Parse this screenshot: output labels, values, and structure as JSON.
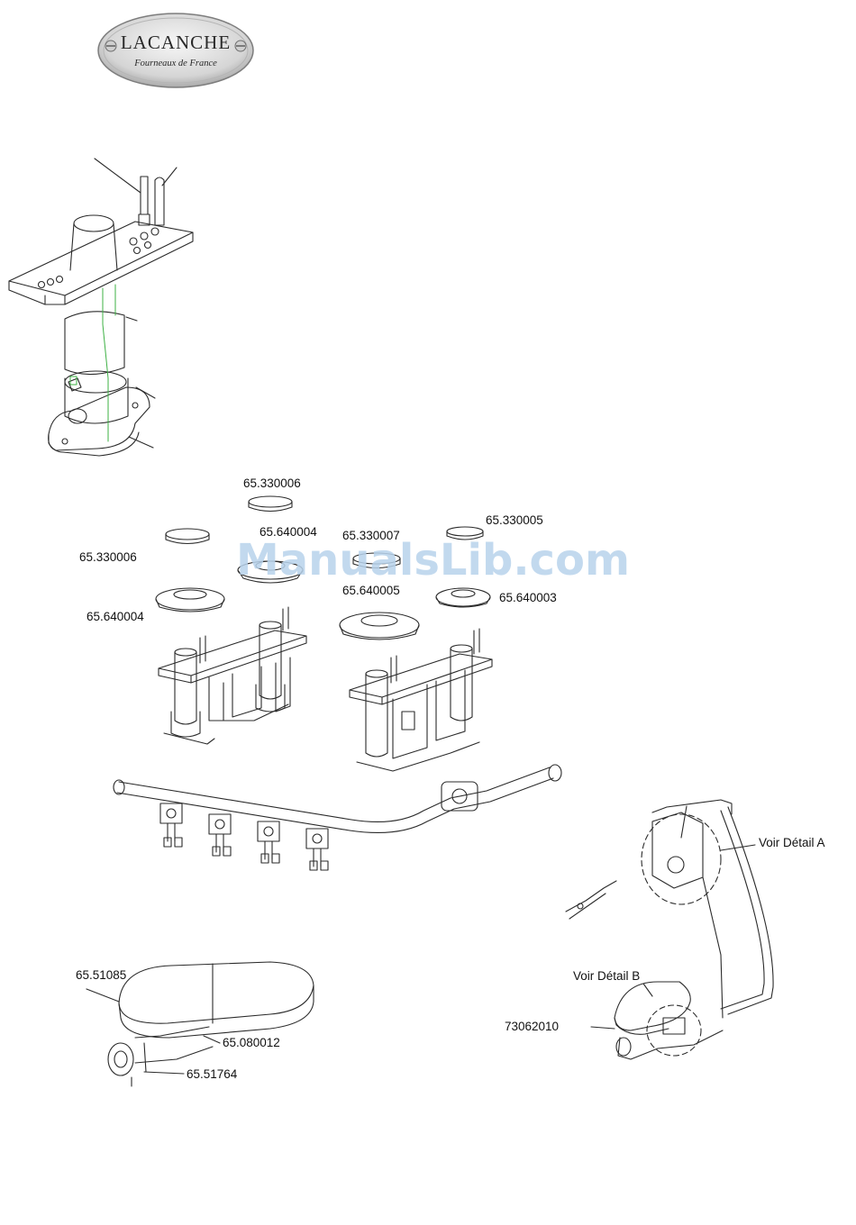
{
  "logo": {
    "brand": "LACANCHE",
    "tagline": "Fourneaux de France"
  },
  "watermark": "ManualsLib.com",
  "labels": {
    "cap_top_center": "65.330006",
    "burner_top_center": "65.640004",
    "cap_left": "65.330006",
    "burner_left": "65.640004",
    "cap_middle": "65.330007",
    "burner_middle": "65.640005",
    "cap_right": "65.330005",
    "burner_right": "65.640003",
    "oval_burner_top": "65.51085",
    "oval_burner_body": "65.080012",
    "oval_injector": "65.51764",
    "detail_a": "Voir Détail A",
    "detail_b": "Voir Détail B",
    "oven_burner": "73062010"
  },
  "colors": {
    "line": "#2b2b2b",
    "accent": "#3cb043",
    "watermark": "#b8d3ec"
  }
}
